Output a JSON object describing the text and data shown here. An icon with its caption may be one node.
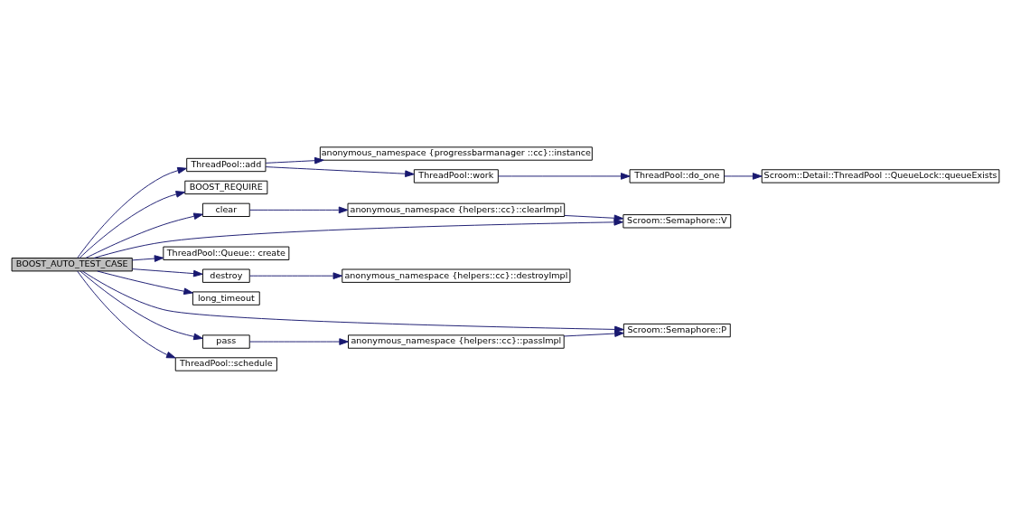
{
  "diagram": {
    "nodes": [
      {
        "text": [
          "BOOST_AUTO_TEST_CASE"
        ]
      },
      {
        "text": [
          "ThreadPool::add"
        ]
      },
      {
        "text": [
          "anonymous_namespace {progressbarmanager ::cc}::instance"
        ]
      },
      {
        "text": [
          "ThreadPool::work"
        ]
      },
      {
        "text": [
          "ThreadPool::do_one"
        ]
      },
      {
        "text": [
          "Scroom::Detail::ThreadPool ::QueueLock::queueExists"
        ]
      },
      {
        "text": [
          "BOOST_REQUIRE"
        ]
      },
      {
        "text": [
          "clear"
        ]
      },
      {
        "text": [
          "anonymous_namespace {helpers::cc}::clearImpl"
        ]
      },
      {
        "text": [
          "Scroom::Semaphore::V"
        ]
      },
      {
        "text": [
          "ThreadPool::Queue:: create"
        ]
      },
      {
        "text": [
          "destroy"
        ]
      },
      {
        "text": [
          "anonymous_namespace {helpers::cc}::destroyImpl"
        ]
      },
      {
        "text": [
          "long_timeout"
        ]
      },
      {
        "text": [
          "Scroom::Semaphore::P"
        ]
      },
      {
        "text": [
          "pass"
        ]
      },
      {
        "text": [
          "anonymous_namespace {helpers::cc}::passImpl"
        ]
      },
      {
        "text": [
          "ThreadPool::schedule"
        ]
      }
    ],
    "edges": [
      {
        "from": 0,
        "to": 1,
        "arrow": "to"
      },
      {
        "from": 1,
        "to": 2,
        "arrow": "to"
      },
      {
        "from": 1,
        "to": 3,
        "arrow": "to"
      },
      {
        "from": 3,
        "to": 4,
        "arrow": "to"
      },
      {
        "from": 4,
        "to": 5,
        "arrow": "to"
      },
      {
        "from": 0,
        "to": 6,
        "arrow": "to"
      },
      {
        "from": 0,
        "to": 7,
        "arrow": "to"
      },
      {
        "from": 7,
        "to": 8,
        "arrow": "to"
      },
      {
        "from": 8,
        "to": 9,
        "arrow": "to"
      },
      {
        "from": 0,
        "to": 9,
        "arrow": "to"
      },
      {
        "from": 0,
        "to": 10,
        "arrow": "to"
      },
      {
        "from": 0,
        "to": 11,
        "arrow": "to"
      },
      {
        "from": 11,
        "to": 12,
        "arrow": "to"
      },
      {
        "from": 0,
        "to": 13,
        "arrow": "to"
      },
      {
        "from": 0,
        "to": 14,
        "arrow": "to"
      },
      {
        "from": 0,
        "to": 15,
        "arrow": "to"
      },
      {
        "from": 15,
        "to": 16,
        "arrow": "to"
      },
      {
        "from": 16,
        "to": 14,
        "arrow": "to"
      },
      {
        "from": 0,
        "to": 17,
        "arrow": "to"
      }
    ]
  }
}
